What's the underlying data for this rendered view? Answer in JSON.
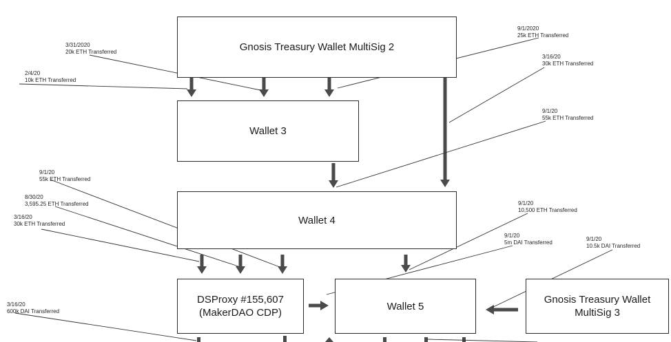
{
  "boxes": {
    "gnosis_multisig_2": "Gnosis Treasury Wallet MultiSig 2",
    "wallet_3": "Wallet 3",
    "wallet_4": "Wallet 4",
    "dsproxy_line1": "DSProxy #155,607",
    "dsproxy_line2": "(MakerDAO CDP)",
    "wallet_5": "Wallet 5",
    "gnosis_multisig_3_line1": "Gnosis Treasury Wallet",
    "gnosis_multisig_3_line2": "MultiSig 3"
  },
  "transfers": [
    {
      "id": "t1",
      "date": "3/31/2020",
      "detail": "20k ETH Transferred"
    },
    {
      "id": "t2",
      "date": "2/4/20",
      "detail": "10k ETH Transferred"
    },
    {
      "id": "t3",
      "date": "9/1/2020",
      "detail": "25k ETH Transferred"
    },
    {
      "id": "t4",
      "date": "3/16/20",
      "detail": "30k ETH Transferred"
    },
    {
      "id": "t5",
      "date": "9/1/20",
      "detail": "55k ETH Transferred"
    },
    {
      "id": "t6",
      "date": "9/1/20",
      "detail": "55k ETH Transferred"
    },
    {
      "id": "t7",
      "date": "8/30/20",
      "detail": "3,595.25 ETH Transferred"
    },
    {
      "id": "t8",
      "date": "3/16/20",
      "detail": "30k ETH Transferred"
    },
    {
      "id": "t9",
      "date": "9/1/20",
      "detail": "10,500 ETH Transferred"
    },
    {
      "id": "t10",
      "date": "9/1/20",
      "detail": "5m DAI Transferred"
    },
    {
      "id": "t11",
      "date": "9/1/20",
      "detail": "10.5k DAI Transferred"
    },
    {
      "id": "t12",
      "date": "3/16/20",
      "detail": "600k DAI Transferred"
    }
  ],
  "colors": {
    "box_border": "#2a2a2a",
    "arrow": "#4a4a4a",
    "leader_line": "#333333",
    "text": "#222222"
  }
}
